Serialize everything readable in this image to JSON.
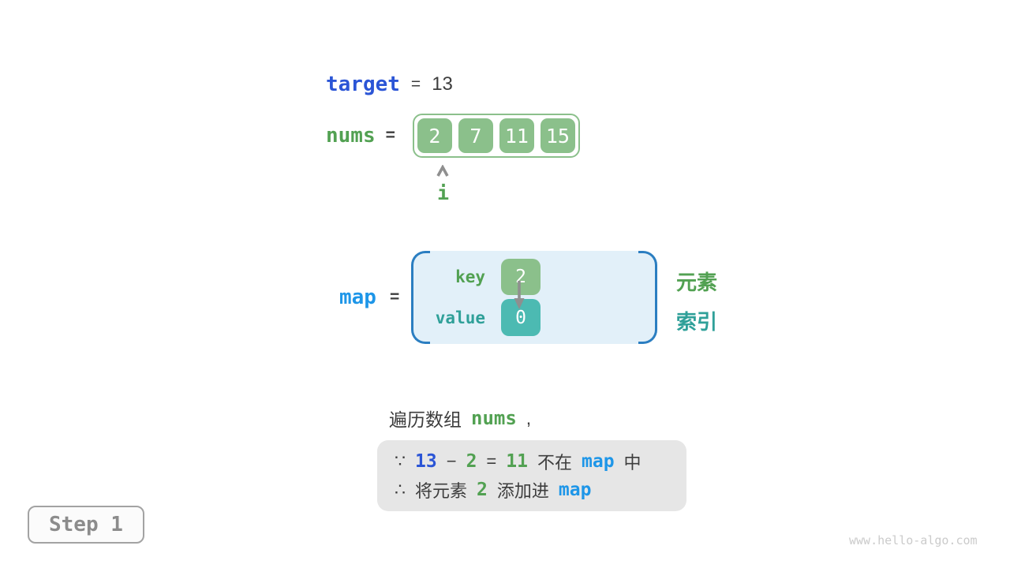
{
  "colors": {
    "blue": "#2B55D6",
    "azure": "#1E96E8",
    "green": "#52A152",
    "teal": "#2FA099",
    "green-fill": "#8BC08B",
    "teal-fill": "#4CBAB2",
    "panel-bg": "#E2F0F9",
    "panel-border": "#2B7EC1",
    "dark": "#3D3D3D",
    "note-bg": "#E6E6E6",
    "muted-text": "#8C8C8C",
    "muted-border": "#A3A3A3",
    "muted-bg": "#FBFBFB",
    "arrow": "#8F8F8F",
    "watermark": "#CBCBCB"
  },
  "icons": {
    "pointer": "chevron-up",
    "key_to_value": "arrow-down"
  },
  "variables": {
    "target": {
      "name": "target",
      "equals": "=",
      "value": "13"
    },
    "nums": {
      "name": "nums",
      "equals": "=",
      "cells": [
        "2",
        "7",
        "11",
        "15"
      ],
      "pointer": "i"
    },
    "map": {
      "name": "map",
      "equals": "=",
      "key_label": "key",
      "value_label": "value",
      "entry_key": "2",
      "entry_value": "0"
    }
  },
  "legend": {
    "element": "元素",
    "index": "索引"
  },
  "caption": {
    "text": "遍历数组",
    "code": "nums",
    "comma": ","
  },
  "note": {
    "because": "∵",
    "therefore": "∴",
    "line1": {
      "target": "13",
      "minus": "−",
      "element": "2",
      "equals": "=",
      "result": "11",
      "not_in": "不在",
      "map": "map",
      "suffix": "中"
    },
    "line2": {
      "prefix": "将元素",
      "element": "2",
      "action": "添加进",
      "map": "map"
    }
  },
  "step": {
    "label": "Step 1"
  },
  "footer": {
    "watermark": "www.hello-algo.com"
  }
}
